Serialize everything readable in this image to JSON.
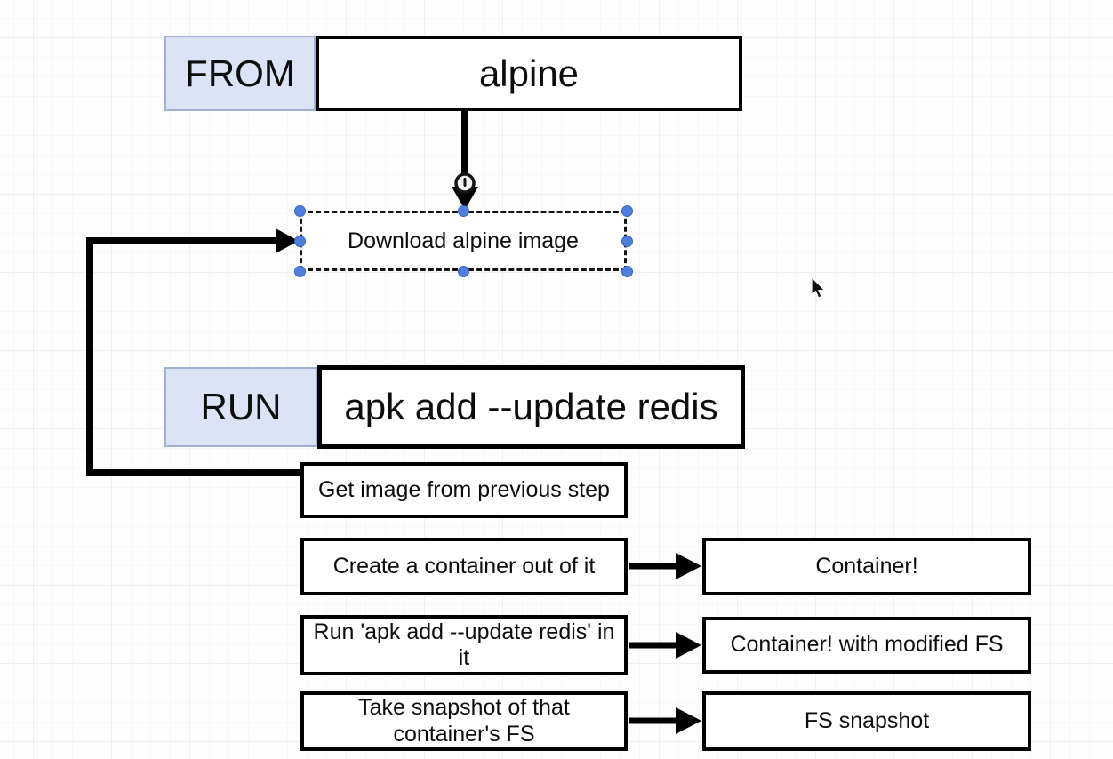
{
  "app": {
    "description": "Dockerfile build-steps diagram on a gridded drawing canvas"
  },
  "colors": {
    "keyword_fill": "#dce3f7",
    "keyword_border": "#9fb0d0",
    "node_fill": "#ffffff",
    "node_border": "#000000",
    "arrow": "#000000",
    "selection_handle": "#4d7fdb",
    "grid_minor": "#f7f6f8",
    "grid_major": "#efeef1",
    "canvas_bg": "#fdfdfe"
  },
  "nodes": {
    "from_label": "FROM",
    "from_image": "alpine",
    "download_step": "Download alpine image",
    "run_label": "RUN",
    "run_command": "apk add --update redis",
    "get_image": "Get image from previous step",
    "create_container": "Create a container out of it",
    "container_result": "Container!",
    "run_in_it": "Run 'apk add --update redis' in\nit",
    "modified_fs_result": "Container! with modified FS",
    "take_snapshot": "Take snapshot of that\ncontainer's FS",
    "fs_snapshot_result": "FS snapshot"
  }
}
